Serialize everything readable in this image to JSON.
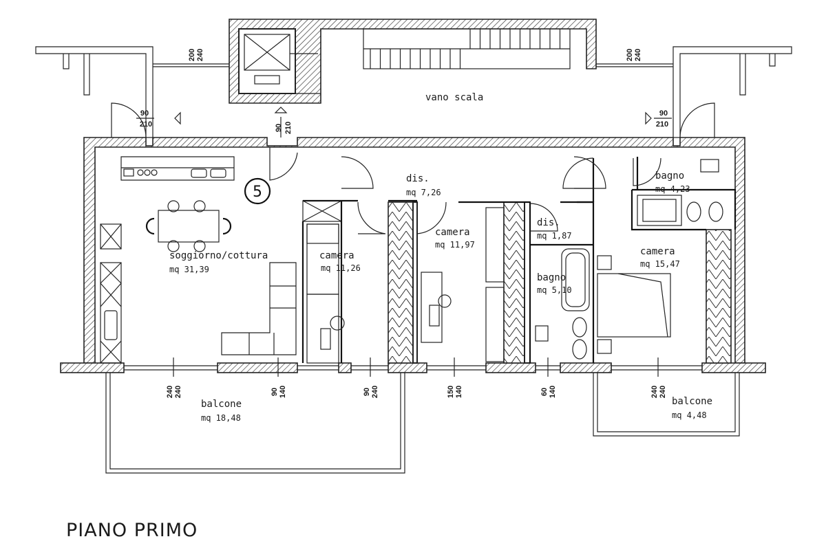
{
  "floor_title": "PIANO PRIMO",
  "unit_number": "5",
  "stair_hall": "vano scala",
  "rooms": [
    {
      "name": "soggiorno/cottura",
      "area": "mq 31,39"
    },
    {
      "name": "camera",
      "area": "mq 11,26"
    },
    {
      "name": "dis.",
      "area": "mq 7,26"
    },
    {
      "name": "camera",
      "area": "mq 11,97"
    },
    {
      "name": "dis.",
      "area": "mq 1,87"
    },
    {
      "name": "bagno",
      "area": "mq 5,10"
    },
    {
      "name": "bagno",
      "area": "mq 4,23"
    },
    {
      "name": "camera",
      "area": "mq 15,47"
    },
    {
      "name": "balcone",
      "area": "mq 18,48"
    },
    {
      "name": "balcone",
      "area": "mq 4,48"
    }
  ],
  "openings": [
    {
      "w": "200",
      "h": "240"
    },
    {
      "w": "200",
      "h": "240"
    },
    {
      "w": "90",
      "h": "210"
    },
    {
      "w": "90",
      "h": "210"
    },
    {
      "w": "90",
      "h": "210"
    },
    {
      "w": "240",
      "h": "240"
    },
    {
      "w": "90",
      "h": "140"
    },
    {
      "w": "90",
      "h": "240"
    },
    {
      "w": "150",
      "h": "140"
    },
    {
      "w": "60",
      "h": "140"
    },
    {
      "w": "240",
      "h": "240"
    }
  ]
}
